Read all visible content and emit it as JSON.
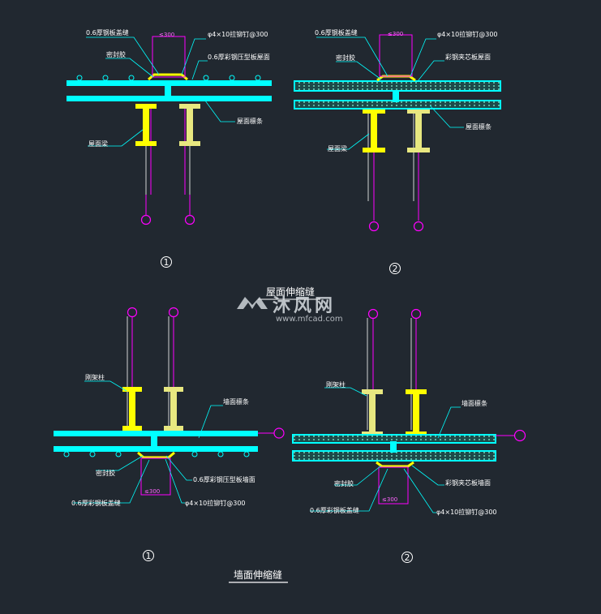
{
  "colors": {
    "background": "#212830",
    "panel": "#00ffff",
    "purlin": "#ffff00",
    "column": "#ff00ff",
    "leader": "#00ffff",
    "text": "#ffffff"
  },
  "labels": {
    "flashing": "0.6厚钢板盖缝",
    "flashing_wall": "0.6厚彩钢板盖缝",
    "sealant": "密封胶",
    "rivet": "φ4×10拉铆钉@300",
    "spacing": "≤300",
    "roof_profiled": "0.6厚彩钢压型板屋面",
    "roof_sandwich": "彩钢夹芯板屋面",
    "roof_purlin": "屋面檩条",
    "roof_beam": "屋面梁",
    "rigid_column": "刚架柱",
    "wall_purlin": "墙面檩条",
    "wall_profiled": "0.6厚彩钢压型板墙面",
    "wall_sandwich": "彩钢夹芯板墙面",
    "detail_1": "1",
    "detail_2": "2"
  },
  "titles": {
    "roof": "屋面伸缩缝",
    "wall": "墙面伸缩缝"
  },
  "watermark": {
    "text": "沐风网",
    "url": "www.mfcad.com"
  }
}
